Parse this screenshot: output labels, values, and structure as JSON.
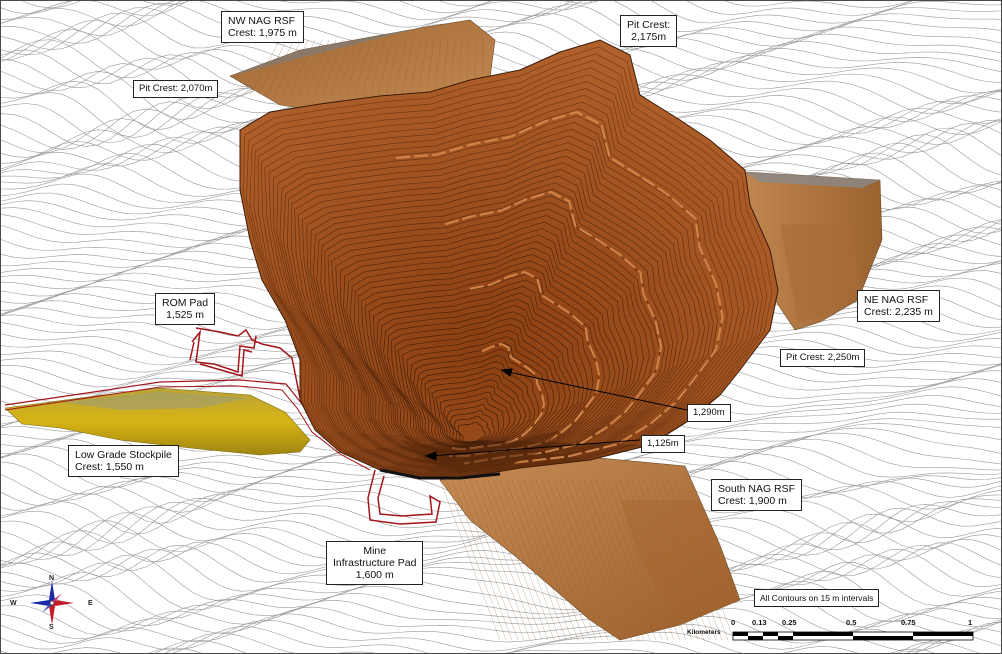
{
  "labels": {
    "nw_nag_rsf": {
      "line1": "NW NAG RSF",
      "line2": "Crest: 1,975 m"
    },
    "pit_crest_2175": {
      "line1": "Pit Crest:",
      "line2": "2,175m"
    },
    "pit_crest_2070": "Pit Crest: 2,070m",
    "ne_nag_rsf": {
      "line1": "NE NAG RSF",
      "line2": "Crest: 2,235 m"
    },
    "pit_crest_2250": "Pit Crest: 2,250m",
    "rom_pad": {
      "line1": "ROM Pad",
      "line2": "1,525 m"
    },
    "bench_1290": "1,290m",
    "bench_1125": "1,125m",
    "low_grade_stockpile": {
      "line1": "Low Grade Stockpile",
      "line2": "Crest: 1,550 m"
    },
    "south_nag_rsf": {
      "line1": "South NAG RSF",
      "line2": "Crest: 1,900 m"
    },
    "mine_infrastructure_pad": {
      "line1": "Mine",
      "line2": "Infrastructure Pad",
      "line3": "1,600 m"
    },
    "contour_note": "All Contours on 15 m intervals"
  },
  "compass": {
    "n": "N",
    "s": "S",
    "e": "E",
    "w": "W"
  },
  "scale_bar": {
    "unit": "Kilometers",
    "ticks": [
      "0",
      "0.13",
      "0.25",
      "0.5",
      "0.75",
      "1"
    ]
  },
  "colors": {
    "pit": "#a5551f",
    "pit_dark": "#3d1a06",
    "rsf": "#b87a45",
    "stockpile": "#c9a614",
    "rom_outline": "#a3151b",
    "contours": "#8e8e8e"
  }
}
